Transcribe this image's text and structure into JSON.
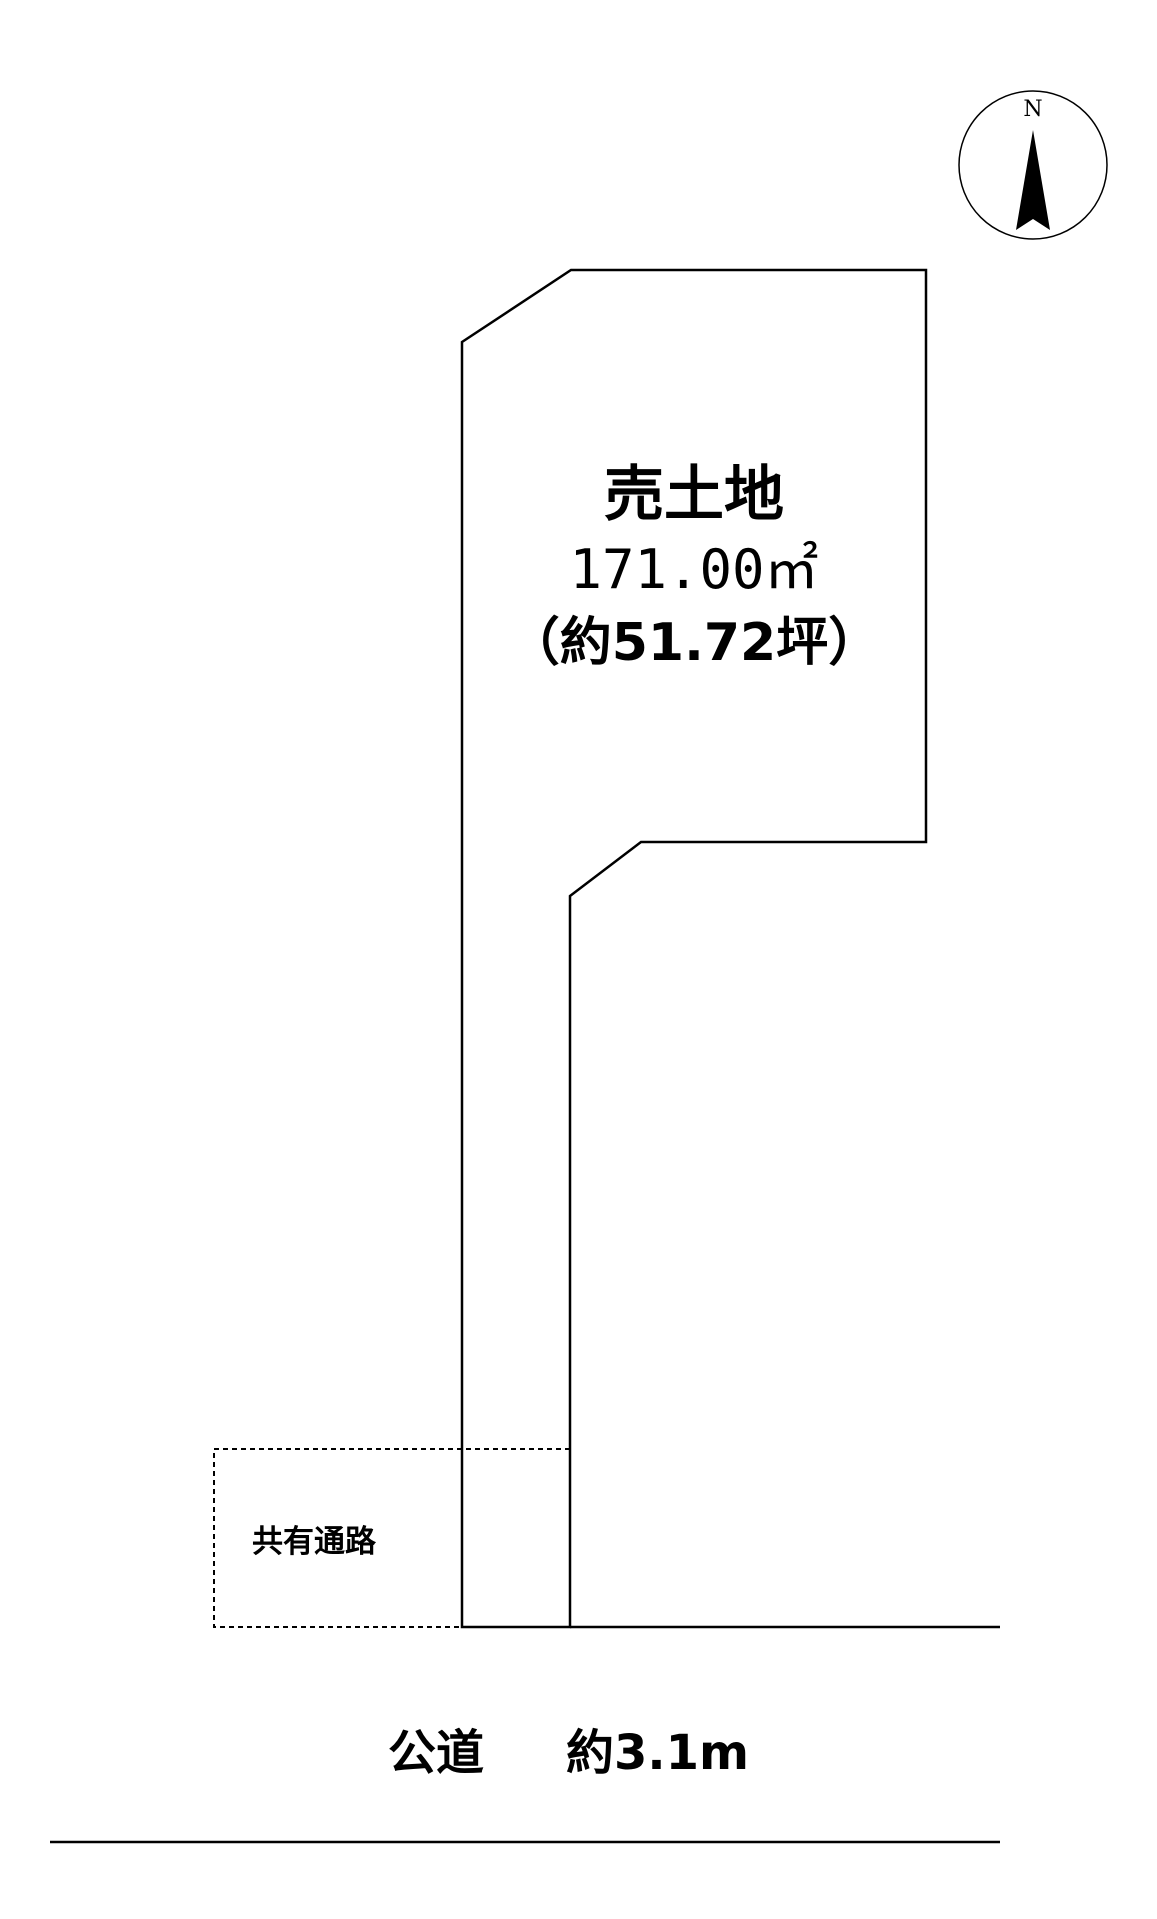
{
  "compass": {
    "north_label": "N",
    "icon": "north-arrow-icon"
  },
  "lot": {
    "title": "売土地",
    "area_sqm": "171.00㎡",
    "area_tsubo": "（約51.72坪）"
  },
  "shared_passage": {
    "label": "共有通路"
  },
  "road": {
    "label": "公道",
    "width": "約3.1m"
  },
  "colors": {
    "line": "#000000",
    "background": "#ffffff"
  }
}
